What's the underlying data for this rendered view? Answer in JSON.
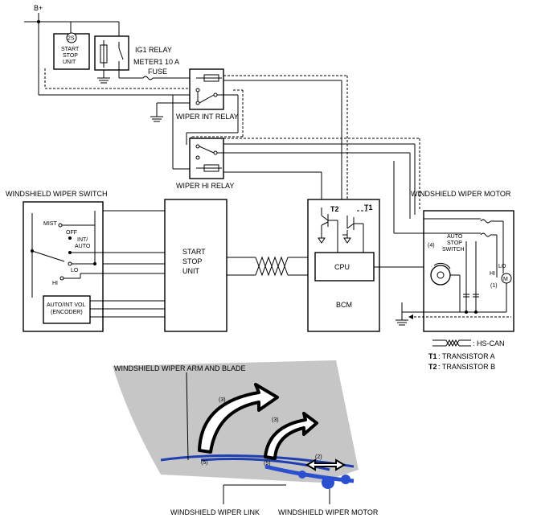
{
  "power": {
    "supply": "B+"
  },
  "relays": {
    "ig1": "IG1 RELAY",
    "wiper_int": "WIPER INT RELAY",
    "wiper_hi": "WIPER HI RELAY"
  },
  "fuse": {
    "line1": "METER1 10 A",
    "line2": "FUSE"
  },
  "start_stop_unit_top": {
    "line1": "START",
    "line2": "STOP",
    "line3": "UNIT",
    "code": "2S"
  },
  "start_stop_unit_main": {
    "line1": "START",
    "line2": "STOP",
    "line3": "UNIT"
  },
  "wiper_switch": {
    "title": "WINDSHIELD WIPER SWITCH",
    "mist": "MIST",
    "off": "OFF",
    "int_auto_1": "INT/",
    "int_auto_2": "AUTO",
    "lo": "LO",
    "hi": "HI",
    "vol_1": "AUTO/INT VOL",
    "vol_2": "(ENCODER)"
  },
  "bcm": {
    "label": "BCM",
    "cpu": "CPU",
    "t1": "T1",
    "t2": "T2"
  },
  "wiper_motor": {
    "title": "WINDSHIELD WIPER MOTOR",
    "num4": "(4)",
    "auto_1": "AUTO",
    "auto_2": "STOP",
    "auto_3": "SWITCH",
    "lo": "LO",
    "hi": "HI",
    "num1": "(1)",
    "m": "M"
  },
  "legend": {
    "hscan": ": HS-CAN",
    "t1_key": "T1",
    "t1_val": ": TRANSISTOR A",
    "t2_key": "T2",
    "t2_val": ": TRANSISTOR B"
  },
  "illustration": {
    "arm_blade": "WINDSHIELD WIPER ARM AND BLADE",
    "num3a": "(3)",
    "num3b": "(3)",
    "num5a": "(5)",
    "num5b": "(5)",
    "num2": "(2)",
    "link": "WINDSHIELD WIPER LINK",
    "motor": "WINDSHIELD WIPER MOTOR"
  }
}
